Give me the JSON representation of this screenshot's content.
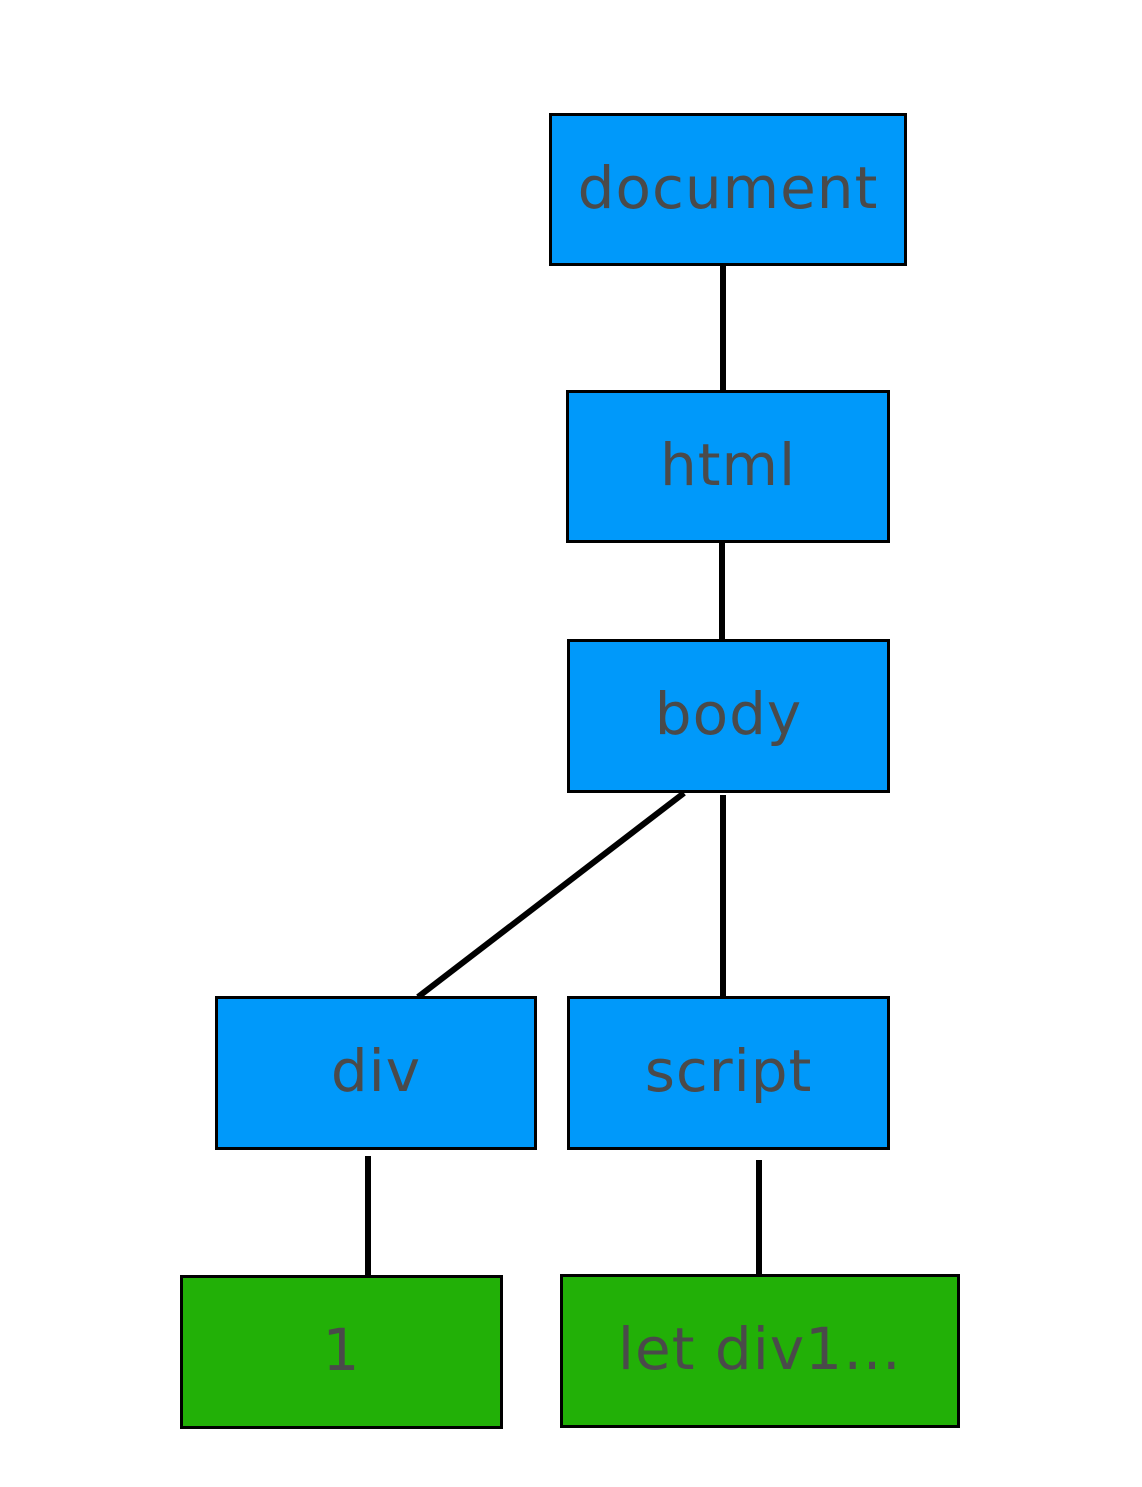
{
  "diagram": {
    "kind": "dom-tree",
    "colors": {
      "element_node_fill": "#0099fa",
      "text_node_fill": "#22b007",
      "node_border": "#000000",
      "label_text": "#4a4a4a",
      "edge_line": "#000000",
      "background": "#ffffff"
    },
    "nodes": {
      "document": {
        "label": "document",
        "type": "element"
      },
      "html": {
        "label": "html",
        "type": "element"
      },
      "body": {
        "label": "body",
        "type": "element"
      },
      "div": {
        "label": "div",
        "type": "element"
      },
      "script": {
        "label": "script",
        "type": "element"
      },
      "div_text": {
        "label": "1",
        "type": "text"
      },
      "script_text": {
        "label": "let div1…",
        "type": "text"
      }
    },
    "edges": [
      {
        "from": "document",
        "to": "html"
      },
      {
        "from": "html",
        "to": "body"
      },
      {
        "from": "body",
        "to": "div"
      },
      {
        "from": "body",
        "to": "script"
      },
      {
        "from": "div",
        "to": "div_text"
      },
      {
        "from": "script",
        "to": "script_text"
      }
    ]
  }
}
